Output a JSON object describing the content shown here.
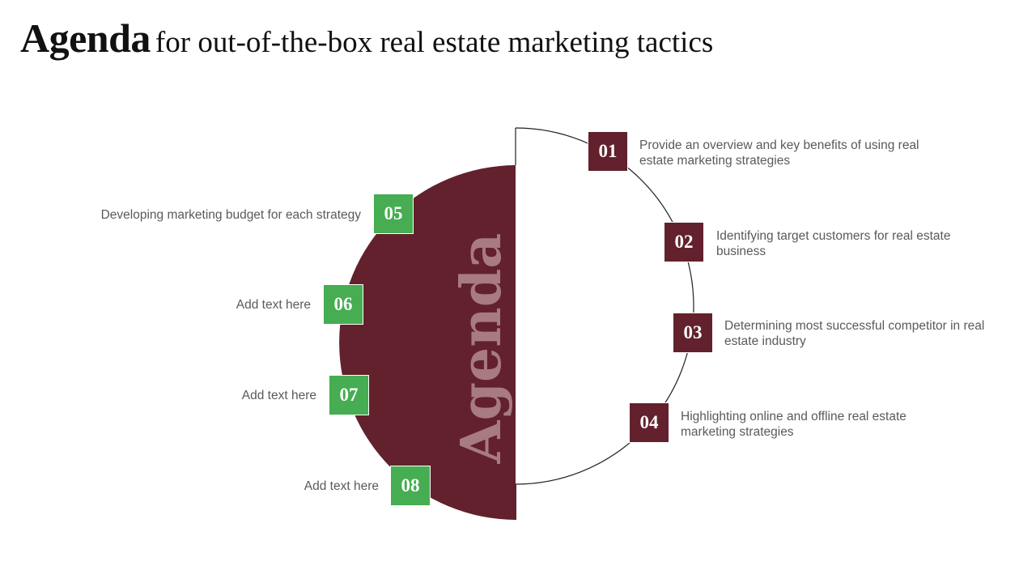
{
  "title": {
    "bold": "Agenda",
    "rest": "for out-of-the-box  real estate marketing tactics"
  },
  "center_word": "Agenda",
  "colors": {
    "maroon": "#62212c",
    "green": "#46ad52",
    "center_word": "#a87a82"
  },
  "items": [
    {
      "num": "01",
      "text": "Provide an overview and key benefits of using real estate marketing strategies"
    },
    {
      "num": "02",
      "text": "Identifying  target customers for real estate business"
    },
    {
      "num": "03",
      "text": "Determining most successful competitor in real estate industry"
    },
    {
      "num": "04",
      "text": "Highlighting online and offline real estate marketing strategies"
    },
    {
      "num": "05",
      "text": "Developing marketing budget for each strategy"
    },
    {
      "num": "06",
      "text": "Add text here"
    },
    {
      "num": "07",
      "text": "Add text here"
    },
    {
      "num": "08",
      "text": "Add text here"
    }
  ]
}
